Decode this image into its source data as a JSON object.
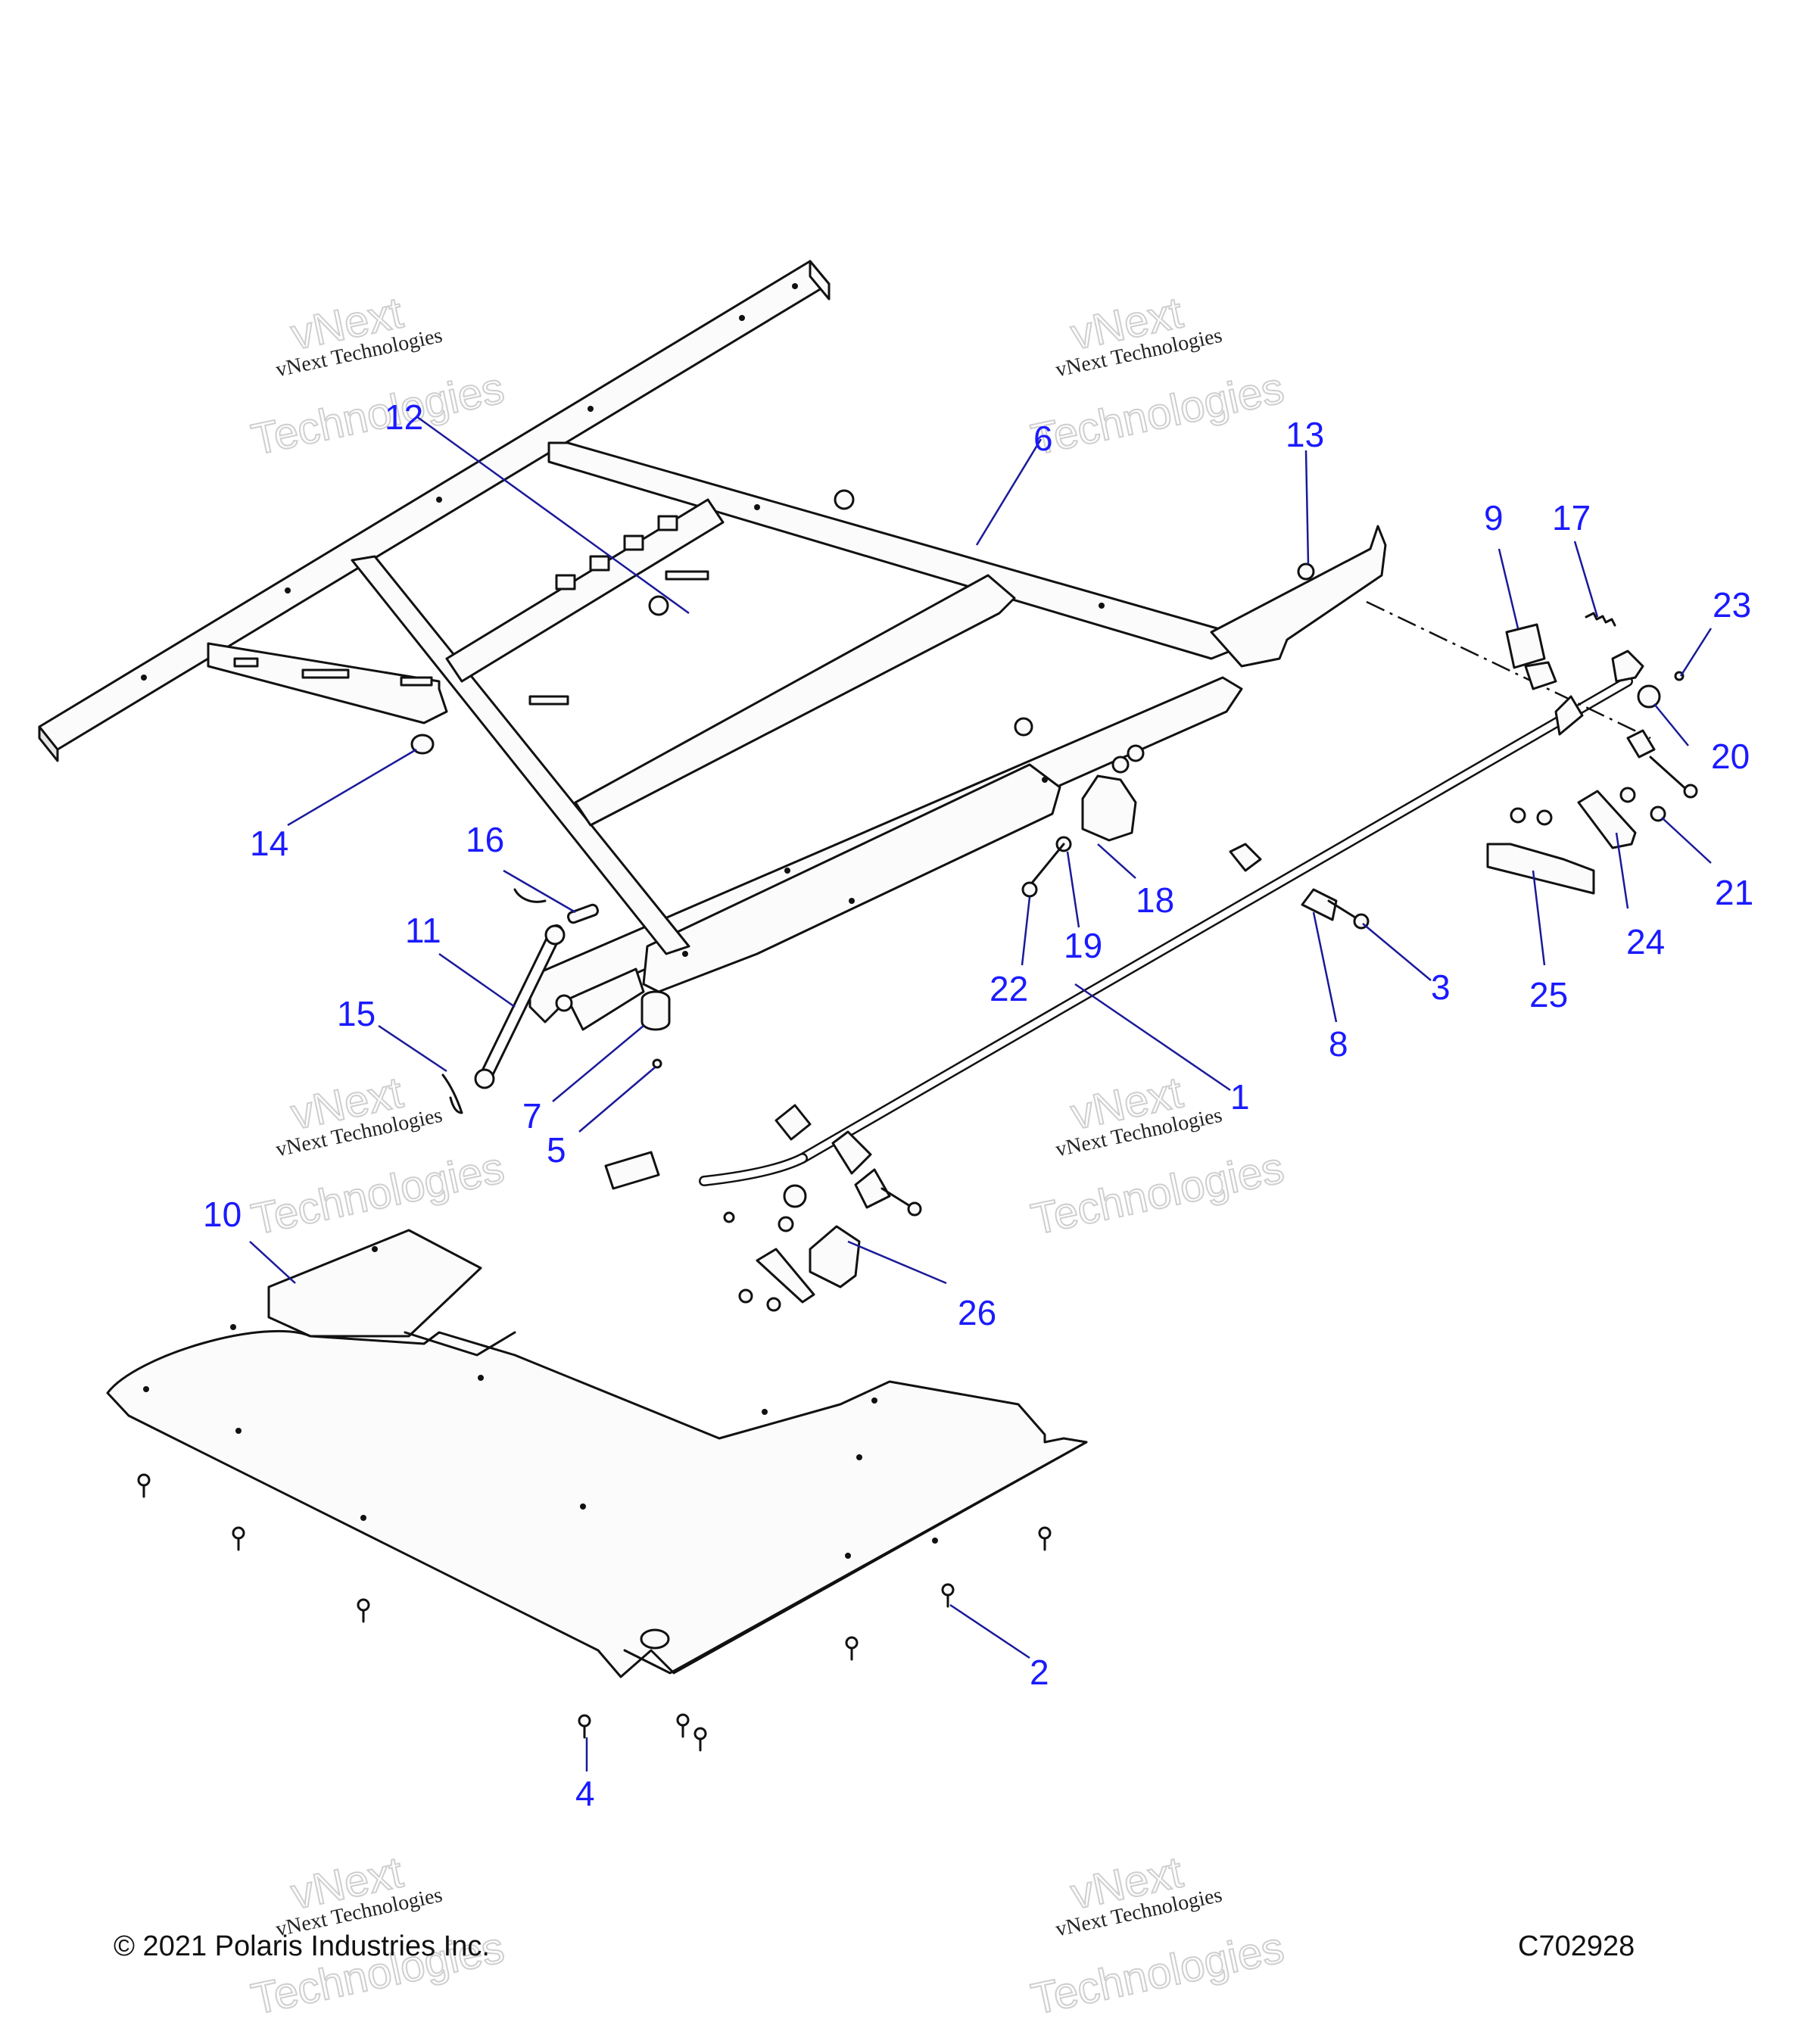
{
  "callouts": [
    "1",
    "2",
    "3",
    "4",
    "5",
    "6",
    "7",
    "8",
    "9",
    "10",
    "11",
    "12",
    "13",
    "14",
    "15",
    "16",
    "17",
    "18",
    "19",
    "20",
    "21",
    "22",
    "23",
    "24",
    "25",
    "26"
  ],
  "watermark": {
    "line1": "vNext",
    "line2": "vNext Technologies",
    "line3": "Technologies"
  },
  "footer": {
    "copyright": "© 2021 Polaris Industries Inc.",
    "drawing_id": "C702928"
  }
}
